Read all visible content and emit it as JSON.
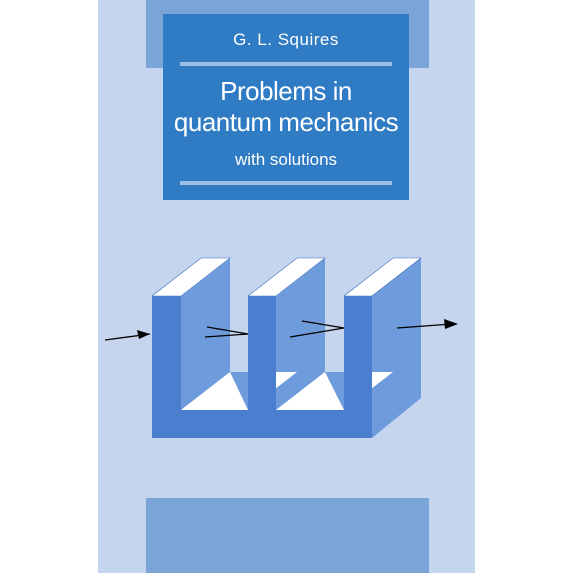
{
  "book": {
    "author": "G. L. Squires",
    "title_line1": "Problems in",
    "title_line2": "quantum mechanics",
    "subtitle": "with solutions"
  },
  "colors": {
    "cover_background": "#c6d5ee",
    "band": "#7ba5d9",
    "title_box": "#2f7bc4",
    "title_text": "#ffffff",
    "block_front": "#4a7fd0",
    "block_side": "#6e9bdb",
    "block_top": "#ffffff",
    "arrow": "#000000"
  },
  "illustration": {
    "icon": "double-slit-apparatus-icon",
    "description_visible": ""
  }
}
